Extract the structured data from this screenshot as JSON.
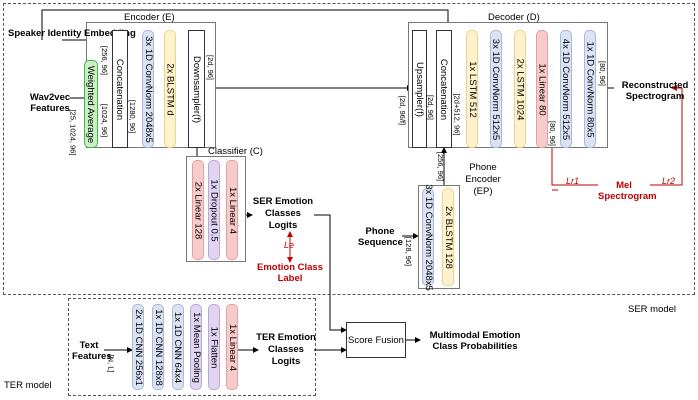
{
  "regions": {
    "ser_model": "SER model",
    "ter_model": "TER model"
  },
  "encoder": {
    "title": "Encoder (E)",
    "concat": "Concatenation",
    "weighted": "Weighted Average",
    "conv": "3x 1D ConvNorm 2048x5",
    "blstm": "2x BLSTM d",
    "downsampler": "Downsampler(f)",
    "dim_concat_out": "[256, 96]",
    "dim_concat_in": "[1280, 96]",
    "dim_weighted": "[1024, 96]",
    "dim_wav": "[25, 1024, 96]",
    "dim_down": "[2d, 96]",
    "dim_down_out": "[2d, 96/f]"
  },
  "inputs": {
    "speaker": "Speaker Identity Embedding",
    "wav2vec": "Wav2vec Features",
    "phone": "Phone Sequence",
    "text": "Text Features"
  },
  "decoder": {
    "title": "Decoder (D)",
    "upsampler": "Upsampler(f)",
    "concat": "Concatenation",
    "lstm1": "1x LSTM 512",
    "conv": "3x 1D ConvNorm 512x5",
    "lstm2": "2x LSTM 1024",
    "linear": "1x Linear 80",
    "conv2": "4x 1D ConvNorm 512x5",
    "conv3": "1x 1D ConvNorm 80x5",
    "dim_up": "[2d, 96]",
    "dim_concat": "[2d+512, 96]",
    "dim_lin": "[80, 96]",
    "dim_out": "[80, 96]",
    "dim_phone": "[256, 96]",
    "output": "Reconstructed Spectrogram"
  },
  "classifier": {
    "title": "Classifier (C)",
    "lin1": "2x Linear 128",
    "dropout": "1x Dropout 0.5",
    "lin2": "1x Linear 4",
    "logits": "SER Emotion Classes Logits",
    "loss": "Le",
    "label": "Emotion Class Label"
  },
  "phone_encoder": {
    "title": "Phone Encoder (EP)",
    "conv": "3x 1D ConvNorm 2048x5",
    "blstm": "2x BLSTM 128",
    "dim_in": "[128, 96]"
  },
  "mel": {
    "label": "Mel Spectrogram",
    "loss1": "Lr1",
    "loss2": "Lr2"
  },
  "ter": {
    "cnn1": "2x 1D CNN 256x1",
    "cnn2": "1x 1D CNN 128x8",
    "cnn3": "1x 1D CNN 64x4",
    "pool": "1x Mean Pooling",
    "flatten": "1x Flatten",
    "linear": "1x Linear 4",
    "dim_in": "[N, L]",
    "logits": "TER Emotion Classes Logits"
  },
  "fusion": {
    "label": "Score Fusion",
    "output": "Multimodal Emotion Class Probabilities"
  },
  "colors": {
    "blue": "#dae3f3",
    "yellow": "#fff2cc",
    "red": "#f8cbcb",
    "purple": "#e0d4f0",
    "green": "#c9efc4",
    "loss_red": "#c00000"
  }
}
